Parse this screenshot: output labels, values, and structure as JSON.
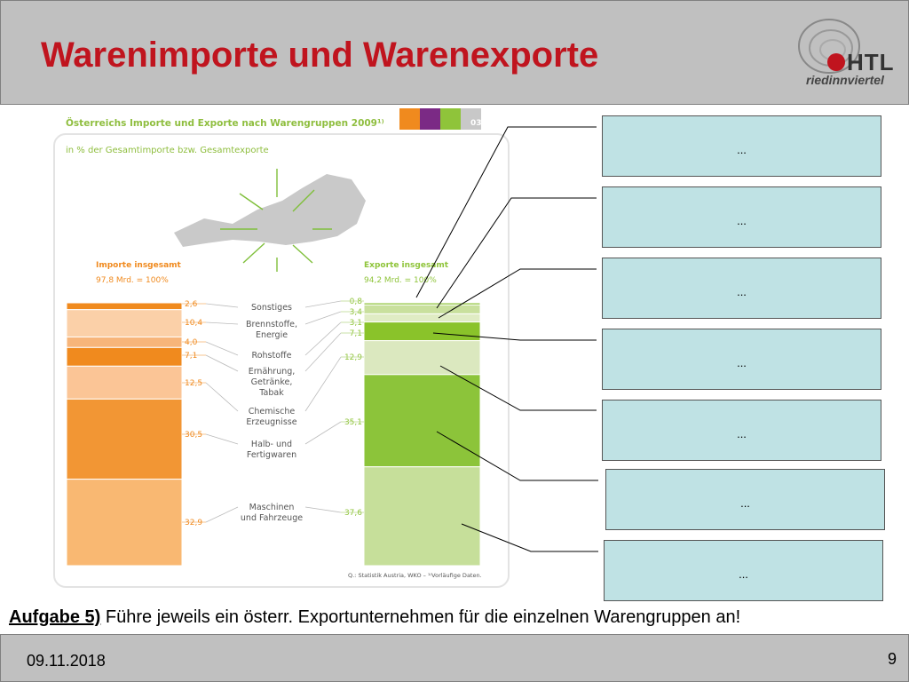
{
  "slide": {
    "title": "Warenimporte und Warenexporte",
    "logo_line1": "HTL",
    "logo_line2": "riedinnviertel",
    "date": "09.11.2018",
    "page_number": "9",
    "task_label": "Aufgabe 5)",
    "task_text": " Führe jeweils ein österr. Exportunternehmen für die einzelnen Warengruppen an!"
  },
  "answer_boxes": [
    "...",
    "...",
    "...",
    "...",
    "...",
    "...",
    "..."
  ],
  "colors": {
    "title_red": "#c0141e",
    "box_fill": "#bfe2e4",
    "header_gray": "#c0c0c0",
    "import_colors": [
      "#f08a1e",
      "#fbd0a8",
      "#f7b57a",
      "#f08a1e",
      "#fbc596",
      "#f29634",
      "#f9b872"
    ],
    "export_colors": [
      "#8fc43a",
      "#c9e09d",
      "#e0ecc4",
      "#8ac32a",
      "#dbe8bf",
      "#8cc43a",
      "#c6df9a"
    ]
  },
  "chart_data": {
    "type": "bar",
    "title": "Österreichs Importe und Exporte nach Warengruppen 2009¹⁾",
    "subtitle": "in % der Gesamtimporte bzw. Gesamtexporte",
    "badge": "03",
    "source": "Q.: Statistik Austria, WKO – ¹⁾Vorläufige Daten.",
    "categories": [
      "Sonstiges",
      "Brennstoffe, Energie",
      "Rohstoffe",
      "Ernährung, Getränke, Tabak",
      "Chemische Erzeugnisse",
      "Halb- und Fertigwaren",
      "Maschinen und Fahrzeuge"
    ],
    "category_lines": [
      [
        "Sonstiges"
      ],
      [
        "Brennstoffe,",
        "Energie"
      ],
      [
        "Rohstoffe"
      ],
      [
        "Ernährung,",
        "Getränke,",
        "Tabak"
      ],
      [
        "Chemische",
        "Erzeugnisse"
      ],
      [
        "Halb- und",
        "Fertigwaren"
      ],
      [
        "Maschinen",
        "und Fahrzeuge"
      ]
    ],
    "series": [
      {
        "name": "Importe insgesamt",
        "total_label": "97,8 Mrd. = 100%",
        "values": [
          2.6,
          10.4,
          4.0,
          7.1,
          12.5,
          30.5,
          32.9
        ],
        "labels": [
          "2,6",
          "10,4",
          "4,0",
          "7,1",
          "12,5",
          "30,5",
          "32,9"
        ]
      },
      {
        "name": "Exporte insgesamt",
        "total_label": "94,2 Mrd. = 100%",
        "values": [
          0.8,
          3.4,
          3.1,
          7.1,
          12.9,
          35.1,
          37.6
        ],
        "labels": [
          "0,8",
          "3,4",
          "3,1",
          "7,1",
          "12,9",
          "35,1",
          "37,6"
        ]
      }
    ],
    "stack_order": "top-to-bottom"
  }
}
